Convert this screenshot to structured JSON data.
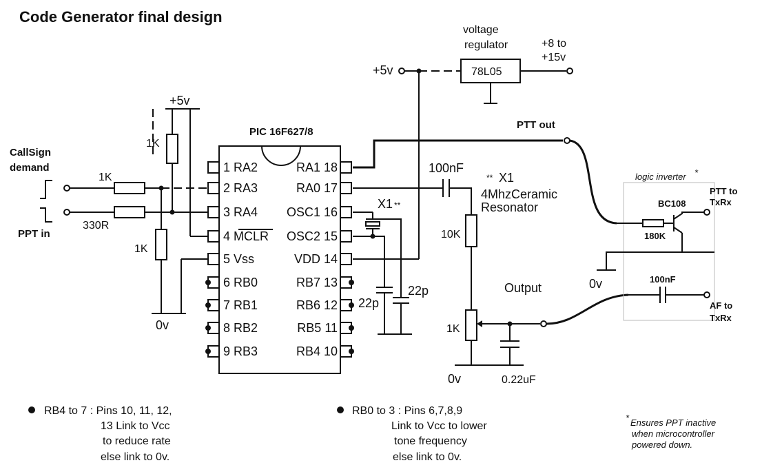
{
  "title": "Code Generator final design",
  "chip": {
    "name": "PIC 16F627/8",
    "left_pins": [
      "1 RA2",
      "2 RA3",
      "3 RA4",
      "4 MCLR",
      "5 Vss",
      "6 RB0",
      "7 RB1",
      "8 RB2",
      "9 RB3"
    ],
    "right_pins": [
      "RA1 18",
      "RA0 17",
      "OSC1 16",
      "OSC2 15",
      "VDD 14",
      "RB7 13",
      "RB6 12",
      "RB5 11",
      "RB4 10"
    ]
  },
  "regulator": {
    "label_line1": "voltage",
    "label_line2": "regulator",
    "part": "78L05",
    "input_line1": "+8 to",
    "input_line2": "+15v"
  },
  "rails": {
    "v5_top": "+5v",
    "v5_left": "+5v"
  },
  "inputs": {
    "callsign_line1": "CallSign",
    "callsign_line2": "demand",
    "ppt_in": "PPT in"
  },
  "components": {
    "r_pullup_1k": "1K",
    "r_in_1k": "1K",
    "r_330": "330R",
    "r_pulldown_1k": "1K",
    "ground_left": "0v",
    "cap_100nf": "100nF",
    "x1_mark": "X1",
    "x1_stars": "**",
    "x1_desc_stars": "**",
    "x1_desc_line1": "X1",
    "x1_desc_line2": "4MhzCeramic",
    "x1_desc_line3": "Resonator",
    "cap_22p_a": "22p",
    "cap_22p_b": "22p",
    "r_10k": "10K",
    "pot_1k": "1K",
    "output": "Output",
    "ground_bottom": "0v",
    "cap_022": "0.22uF",
    "ptt_out": "PTT out"
  },
  "inverter": {
    "label": "logic inverter",
    "asterisk": "*",
    "transistor": "BC108",
    "base_resistor": "180K",
    "ptt_to_line1": "PTT to",
    "ptt_to_line2": "TxRx",
    "ground": "0v",
    "cap": "100nF",
    "af_to_line1": "AF to",
    "af_to_line2": "TxRx"
  },
  "notes": {
    "left": [
      "RB4 to 7 : Pins 10, 11, 12,",
      "13 Link to Vcc",
      "to reduce rate",
      "else link to 0v."
    ],
    "middle": [
      "RB0 to 3 : Pins 6,7,8,9",
      "Link to Vcc to lower",
      "tone frequency",
      "else link to 0v."
    ],
    "footnote_star": "*",
    "footnote": [
      "Ensures PPT inactive",
      "when microcontroller",
      "powered down."
    ]
  }
}
